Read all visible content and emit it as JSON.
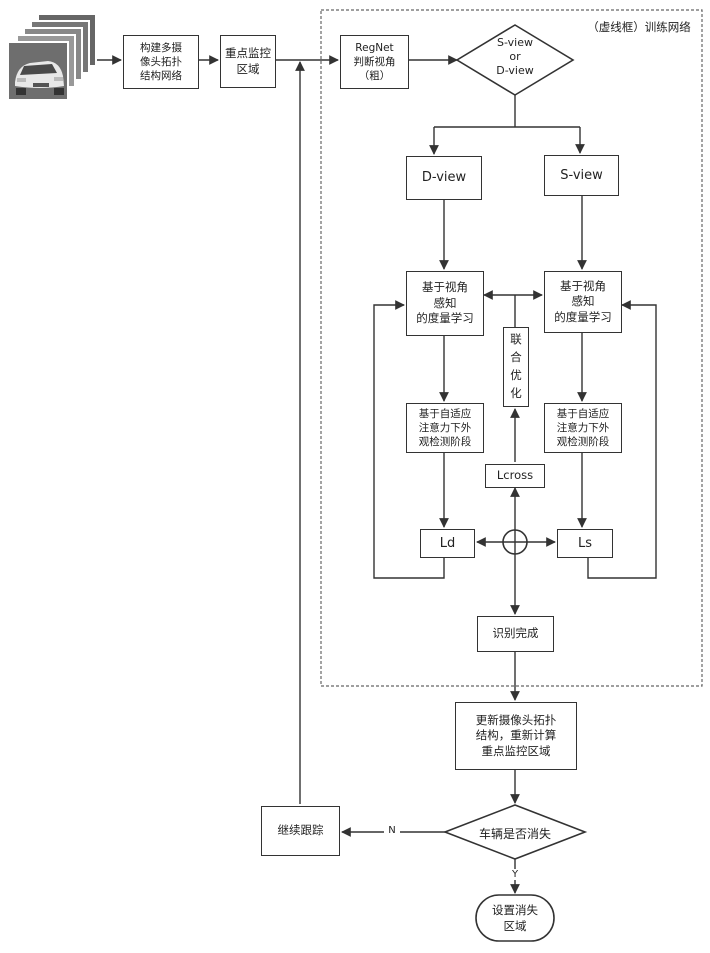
{
  "region_label": "（虚线框）训练网络",
  "steps": {
    "topology": "构建多摄\n像头拓扑\n结构网络",
    "monitor": "重点监控\n区域",
    "regnet": "RegNet\n判断视角\n（粗）",
    "view_decision": "S-view\nor\nD-view",
    "d_view": "D-view",
    "s_view": "S-view",
    "metric_left": "基于视角\n感知\n的度量学习",
    "metric_right": "基于视角\n感知\n的度量学习",
    "joint_opt": "联\n合\n优\n化",
    "detect_left": "基于自适应\n注意力下外\n观检测阶段",
    "detect_right": "基于自适应\n注意力下外\n观检测阶段",
    "lcross": "Lcross",
    "ld": "Ld",
    "ls": "Ls",
    "done": "识别完成",
    "update": "更新摄像头拓扑\n结构，重新计算\n重点监控区域",
    "vanished": "车辆是否消失",
    "continue": "继续跟踪",
    "set_region": "设置消失\n区域",
    "no_label": "N",
    "yes_label": "Y"
  }
}
